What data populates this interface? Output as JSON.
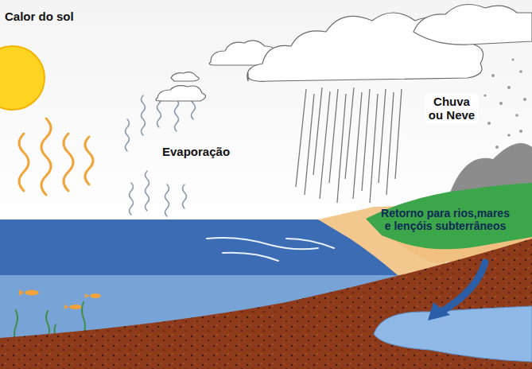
{
  "diagram": {
    "labels": [
      "Calor do sol",
      "Evaporação",
      "Chuva ou Neve",
      "Retorno para rios,mares e lençóis subterrâneos"
    ]
  }
}
